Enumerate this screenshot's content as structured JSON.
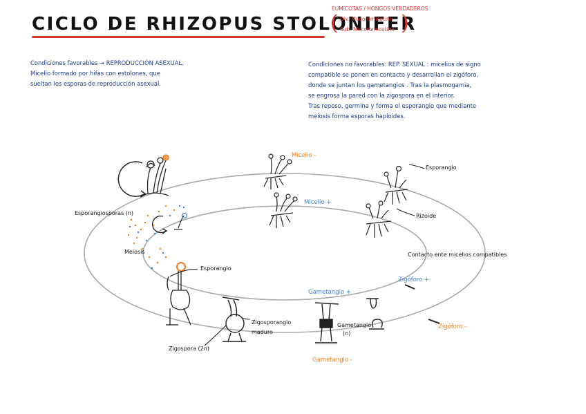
{
  "title": "CICLO DE RHIZOPUS STOLONIFER",
  "taxonomy": {
    "line1": "EUMICOTAS / HONGOS VERDADEROS",
    "line2": "Div. Mucoromicotina",
    "line3": "Sub. Mucoromicotina"
  },
  "asexual_note": {
    "line1": "Condiciones favorables → REPRODUCCIÓN ASEXUAL.",
    "line2": "Micelio formado por hifas con estolones, que",
    "line3": "sueltan  los  esporas  de  reproducción  asexual."
  },
  "sexual_note": {
    "line1": "Condiciones  no  favorables: REP. SEXUAL :  micelios  de  signo",
    "line2": "compatible  se  ponen  en  contacto  y  desarrollan  el  zigóforo,",
    "line3": "donde  se  juntan  los  gametangios . Tras  la  plasmogamia,",
    "line4": "se  engrosa  la  pared  con  la  zigospora  en el  interior.",
    "line5": "Tras  reposo,  germina  y  forma  el  esporangio  que  mediante",
    "line6": "meiosis  forma  esporas  haploides."
  },
  "labels": {
    "micelio_minus": "Micelio -",
    "micelio_plus": "Micelio +",
    "esporangio_top": "Esporangio",
    "rizoide": "Rizoide",
    "esporangiosporas": "Esporangiosporas (n)",
    "meiosis": "Meiosis",
    "contacto": "Contacto  ente  micelios  compatibles",
    "esporangio_left": "Esporangio",
    "gametangio_plus": "Gametangio +",
    "zigoforo_plus": "Zigóforo +",
    "zigosporangio": "Zigosporangio",
    "maduro": "maduro",
    "gametangio_n": "Gametangio",
    "gametangio_n2": "(n)",
    "zigoforo_minus": "Zigóforo -",
    "zigospora": "Zigospora (2n)",
    "gametangio_minus": "Gametangio -"
  },
  "colors": {
    "red": "#e0342f",
    "blue": "#3c7fd6",
    "orange": "#f07d1a",
    "navy": "#1f3b8f"
  }
}
